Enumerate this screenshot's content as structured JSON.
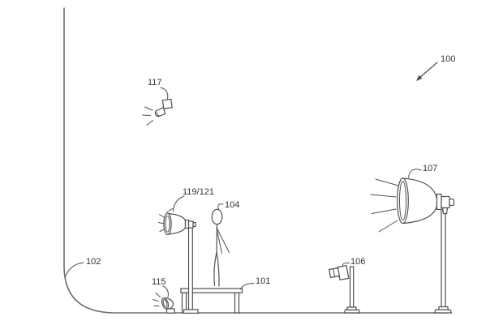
{
  "theme": {
    "bg": "#ffffff",
    "line": "#4f4f4f",
    "wall": "#6e6e6e",
    "text": "#333333"
  },
  "figure": {
    "kind": "patent-line-drawing-photography-studio",
    "labels": {
      "system": "100",
      "backdrop": "102",
      "subject": "104",
      "platform": "101",
      "camera": "106",
      "key_light": "107",
      "front_light": "115",
      "overhead_light": "117",
      "side_light": "119/121"
    }
  }
}
